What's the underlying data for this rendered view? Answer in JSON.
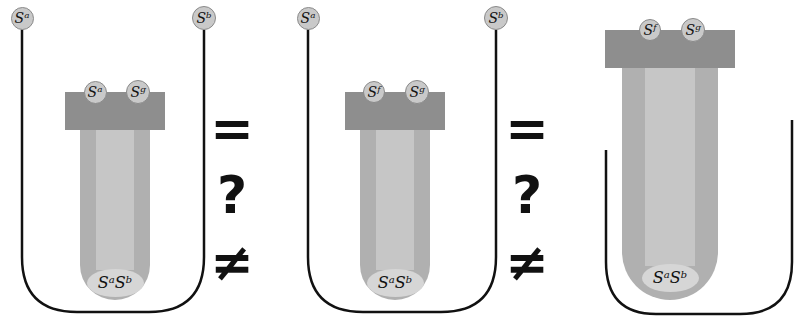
{
  "diagram": {
    "nodes": [
      {
        "text": [
          "Sᵃ"
        ]
      },
      {
        "text": [
          "Sᵇ"
        ]
      },
      {
        "text": [
          "Sᵃ"
        ]
      },
      {
        "text": [
          "Sᵍ"
        ]
      },
      {
        "text": [
          "SᵃSᵇ"
        ]
      },
      {
        "text": [
          "Sᵃ"
        ]
      },
      {
        "text": [
          "Sᵇ"
        ]
      },
      {
        "text": [
          "Sᶠ"
        ]
      },
      {
        "text": [
          "Sᵍ"
        ]
      },
      {
        "text": [
          "SᵃSᵇ"
        ]
      },
      {
        "text": [
          "Sᶠ"
        ]
      },
      {
        "text": [
          "Sᵍ"
        ]
      },
      {
        "text": [
          "SᵃSᵇ"
        ]
      }
    ],
    "edges": [
      {
        "from": 0,
        "to": 1,
        "arrow": "none"
      },
      {
        "from": 5,
        "to": 6,
        "arrow": "none"
      }
    ],
    "labels": [
      "=",
      "?",
      "≠",
      "=",
      "?",
      "≠"
    ]
  }
}
